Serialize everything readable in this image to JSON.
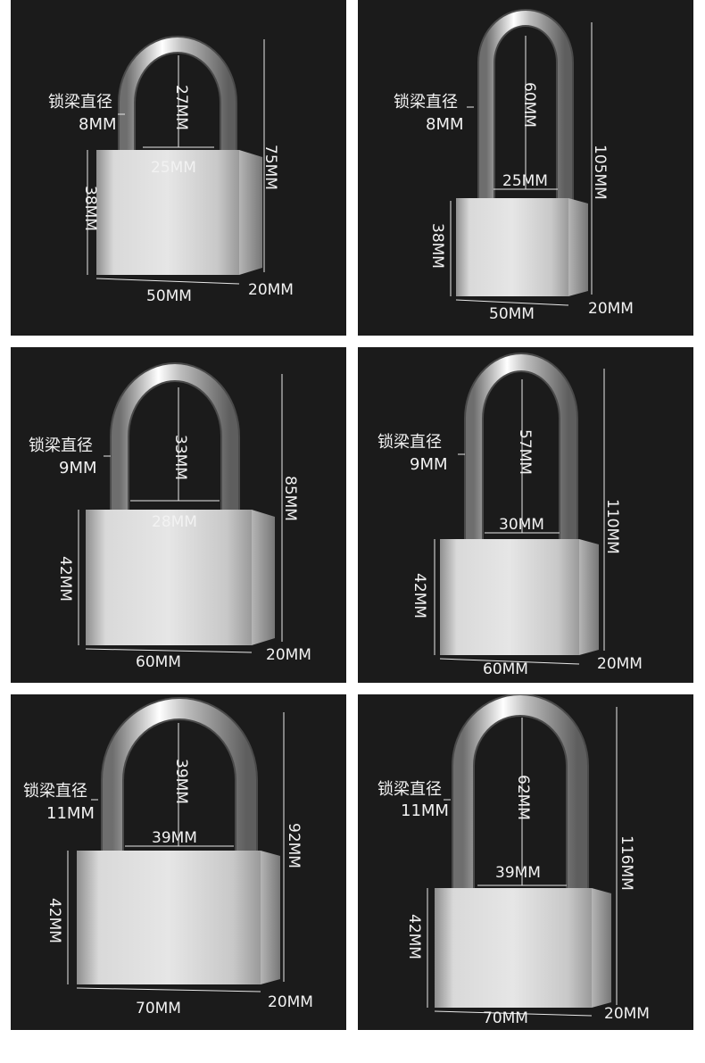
{
  "colors": {
    "panel_background": "#1b1b1b",
    "page_background": "#ffffff",
    "steel": "#cfcfcf",
    "label": "#f2f2f2"
  },
  "panels": [
    {
      "shackle_label": "锁梁直径",
      "shackle_diameter": "8MM",
      "inner_height": "27MM",
      "inner_width": "25MM",
      "total_height": "75MM",
      "body_height": "38MM",
      "body_width": "50MM",
      "thickness": "20MM"
    },
    {
      "shackle_label": "锁梁直径",
      "shackle_diameter": "8MM",
      "inner_height": "60MM",
      "inner_width": "25MM",
      "total_height": "105MM",
      "body_height": "38MM",
      "body_width": "50MM",
      "thickness": "20MM"
    },
    {
      "shackle_label": "锁梁直径",
      "shackle_diameter": "9MM",
      "inner_height": "33MM",
      "inner_width": "28MM",
      "total_height": "85MM",
      "body_height": "42MM",
      "body_width": "60MM",
      "thickness": "20MM"
    },
    {
      "shackle_label": "锁梁直径",
      "shackle_diameter": "9MM",
      "inner_height": "57MM",
      "inner_width": "30MM",
      "total_height": "110MM",
      "body_height": "42MM",
      "body_width": "60MM",
      "thickness": "20MM"
    },
    {
      "shackle_label": "锁梁直径",
      "shackle_diameter": "11MM",
      "inner_height": "39MM",
      "inner_width": "39MM",
      "total_height": "92MM",
      "body_height": "42MM",
      "body_width": "70MM",
      "thickness": "20MM"
    },
    {
      "shackle_label": "锁梁直径",
      "shackle_diameter": "11MM",
      "inner_height": "62MM",
      "inner_width": "39MM",
      "total_height": "116MM",
      "body_height": "42MM",
      "body_width": "70MM",
      "thickness": "20MM"
    }
  ]
}
